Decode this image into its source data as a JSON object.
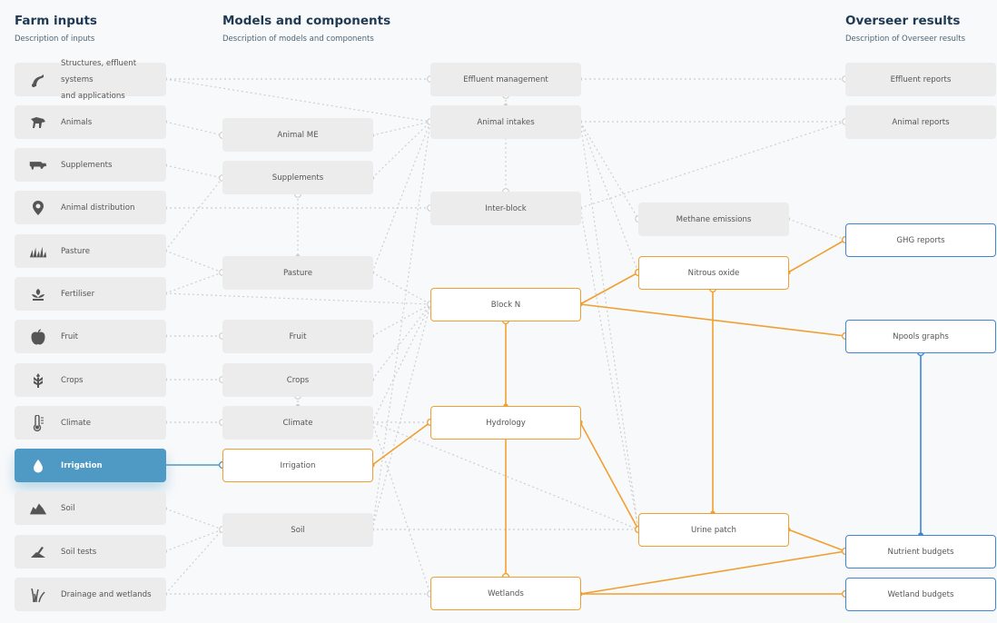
{
  "columns": {
    "inputs": {
      "title": "Farm inputs",
      "desc": "Description of inputs"
    },
    "models": {
      "title": "Models and components",
      "desc": "Description of models and components"
    },
    "results": {
      "title": "Overseer results",
      "desc": "Description of Overseer results"
    }
  },
  "inputs": [
    {
      "label": "Structures, effluent systems\nand applications",
      "icon": "effluent-icon",
      "active": false
    },
    {
      "label": "Animals",
      "icon": "animal-icon",
      "active": false
    },
    {
      "label": "Supplements",
      "icon": "supplements-icon",
      "active": false
    },
    {
      "label": "Animal distribution",
      "icon": "map-pin-icon",
      "active": false
    },
    {
      "label": "Pasture",
      "icon": "pasture-icon",
      "active": false
    },
    {
      "label": "Fertiliser",
      "icon": "fertiliser-icon",
      "active": false
    },
    {
      "label": "Fruit",
      "icon": "fruit-icon",
      "active": false
    },
    {
      "label": "Crops",
      "icon": "crop-icon",
      "active": false
    },
    {
      "label": "Climate",
      "icon": "thermometer-icon",
      "active": false
    },
    {
      "label": "Irrigation",
      "icon": "water-drop-icon",
      "active": true
    },
    {
      "label": "Soil",
      "icon": "soil-icon",
      "active": false
    },
    {
      "label": "Soil tests",
      "icon": "soil-test-icon",
      "active": false
    },
    {
      "label": "Drainage and wetlands",
      "icon": "drainage-icon",
      "active": false
    }
  ],
  "components": {
    "animal_me": "Animal ME",
    "supplements": "Supplements",
    "pasture": "Pasture",
    "fruit": "Fruit",
    "crops": "Crops",
    "climate": "Climate",
    "irrigation": "Irrigation",
    "soil": "Soil"
  },
  "models": {
    "effluent_management": "Effluent management",
    "animal_intakes": "Animal intakes",
    "inter_block": "Inter-block",
    "block_n": "Block N",
    "hydrology": "Hydrology",
    "wetlands": "Wetlands",
    "methane_emissions": "Methane emissions",
    "nitrous_oxide": "Nitrous oxide",
    "urine_patch": "Urine patch"
  },
  "results": {
    "effluent_reports": "Effluent reports",
    "animal_reports": "Animal reports",
    "ghg_reports": "GHG reports",
    "npools_graphs": "Npools graphs",
    "nutrient_budgets": "Nutrient budgets",
    "wetland_budgets": "Wetland budgets"
  },
  "colors": {
    "highlight": "#f0a030",
    "blue": "#3d86d6",
    "active": "#4e9ac4",
    "inactive_line": "#cccccc"
  }
}
